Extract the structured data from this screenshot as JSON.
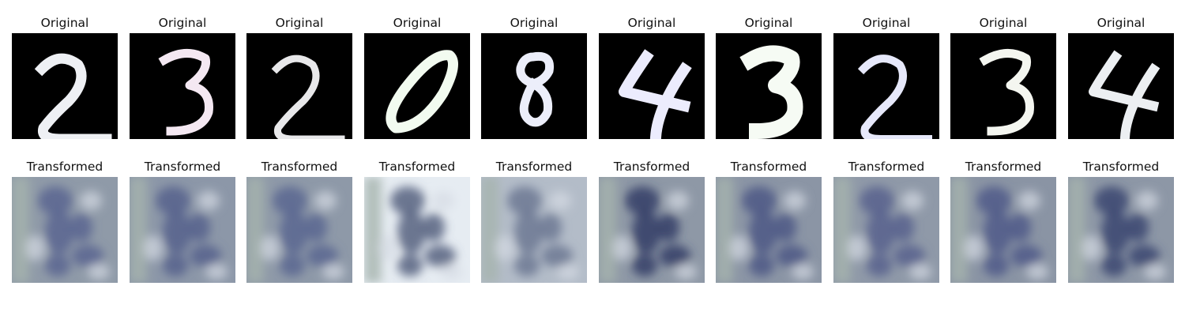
{
  "figure": {
    "original_label": "Original",
    "transformed_label": "Transformed",
    "panels": [
      {
        "original_digit": "2",
        "stroke": "#eef0f4",
        "transformed_tone": "#5a6590",
        "background_tone": "#8f9aa8"
      },
      {
        "original_digit": "3",
        "stroke": "#f4e8f2",
        "transformed_tone": "#55608c",
        "background_tone": "#8c97a8"
      },
      {
        "original_digit": "2",
        "stroke": "#e8e8ea",
        "transformed_tone": "#5b6690",
        "background_tone": "#8e99a8"
      },
      {
        "original_digit": "0",
        "stroke": "#f2fbf0",
        "transformed_tone": "#56617f",
        "background_tone": "#e6ecf2"
      },
      {
        "original_digit": "8",
        "stroke": "#eceefa",
        "transformed_tone": "#6d7893",
        "background_tone": "#b3bcc8"
      },
      {
        "original_digit": "4",
        "stroke": "#ececfd",
        "transformed_tone": "#333c66",
        "background_tone": "#8e98a6"
      },
      {
        "original_digit": "3",
        "stroke": "#f6fbf4",
        "transformed_tone": "#4c5785",
        "background_tone": "#8b95a5"
      },
      {
        "original_digit": "2",
        "stroke": "#e6e8fa",
        "transformed_tone": "#57628d",
        "background_tone": "#8f99a8"
      },
      {
        "original_digit": "3",
        "stroke": "#f4f6f0",
        "transformed_tone": "#505b88",
        "background_tone": "#8a94a4"
      },
      {
        "original_digit": "4",
        "stroke": "#eceff2",
        "transformed_tone": "#3a4470",
        "background_tone": "#8d97a6"
      }
    ]
  }
}
